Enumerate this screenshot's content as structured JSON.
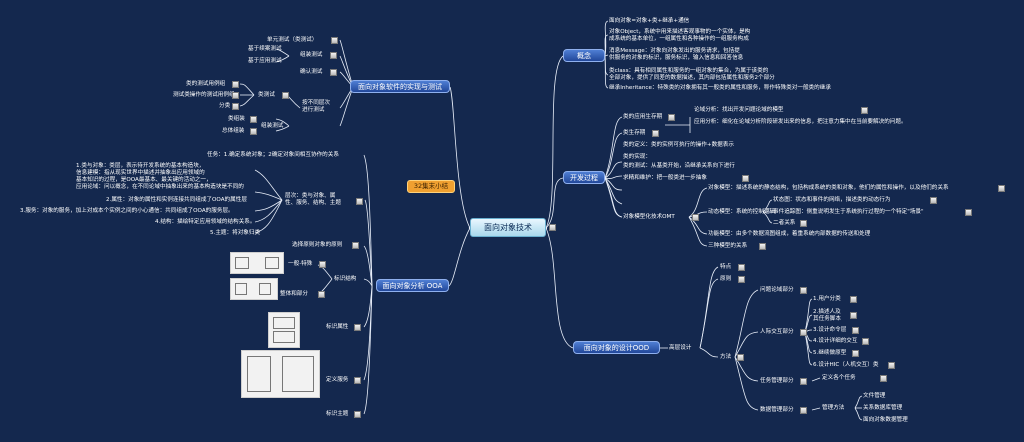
{
  "root": "面向对象技术",
  "summary": "32集末小结",
  "b1": {
    "title": "面向对象软件的实现与测试",
    "items": [
      "单元测试（类测试）",
      "基于续案测试",
      "基于应用测试",
      "组装测试",
      "确认测试",
      "类的测试用例组",
      "测试类操作的测试用例组",
      "分类",
      "类测试",
      "按不同层次\n进行测试",
      "类组装",
      "总体组装",
      "组装测试"
    ]
  },
  "b2": {
    "title": "面向对象分析 OOA",
    "task": "任务：1.确定系统对象；2确定对象间相互协作的关系",
    "levels_label": "层次：类与对象、属\n性、服务、结构、主题",
    "level_notes": [
      "1.类与对象：类层，表示待开发系统的基本构造块，\n信息建模：指从现实世界中描述并抽象出应用领域的\n基本知识的过程，是OOA最基本、最关键的活动之一，\n应用论域：问以概念，在不同论域中抽象出来的基本构造块是不同的",
      "2.属性：对象的属性和实例连接共同组成了OOA的属性层",
      "3.服务：对象的服务，加上对成本个实例之间的小心通信：共同组成了OOA的服务层。",
      "4.结构：描绘特定应用领域的结构关系。",
      "5.主题：将对象归类"
    ],
    "items": [
      "选择原则对象的原则",
      "一般-特殊",
      "整体和部分",
      "标识结构",
      "标识属性",
      "定义服务",
      "标识主题"
    ]
  },
  "b3": {
    "title": "概念",
    "items": [
      "面向对象=对象+类+继承+通信",
      "对象Object，系统中用来描述客观事物的一个实体，是构\n成系统的基本单位，一组属性和各种操作的一组服务构成",
      "消息Message：对象向对象发出的服务请求，包括提\n供服务的对象的标识，服务标识，输入信息和回答信息",
      "类class：具有相同属性和服务的一组对象的集合，为属于该类的\n全部对象，提供了同差的数据描述，其内部包括属性和服务2个部分",
      "继承Inheritance：特殊类的对象拥有其一般类的属性和服务，称作特殊类对一般类的继承"
    ]
  },
  "b4": {
    "title": "开发过程",
    "items": [
      "类的应用生存期",
      "论域分析：找出开发问题论域的模型",
      "应用分析：细化在论域分析阶段研发出来的信息，把注意力集中在当前要解决的问题。",
      "类生存期",
      "类的定义：类的实例可执行的操作+数据表示",
      "类的实现：",
      "类的测试：从基类开始，沿继承关系向下进行",
      "求精和维护：把一般类进一步抽象",
      "对象模型化技术OMT",
      "对象模型：描述系统的静态结构，包括构成系统的类和对象，他们的属性和操作，以及他们的关系",
      "动态模型：系统的控制逻辑",
      "状态图：状态和事件的网络，描述类的动态行为",
      "事件追踪图：侧重说明发生于系统执行过程的一个特定\"场景\"",
      "二者关系",
      "功能模型：由多个数据流图组成，着重系统内部数据的传送和处理",
      "三种模型的关系"
    ]
  },
  "b5": {
    "title": "面向对象的设计OOD",
    "items": [
      "高层设计",
      "特点",
      "原则",
      "问题论域部分",
      "人际交互部分",
      "1.用户分类",
      "2.描述人及\n其任务脚本",
      "3.设计命令层",
      "4.设计详细的交互",
      "5.继续做原型",
      "6.设计HIC（人机交互）类",
      "方法",
      "任务管理部分",
      "定义各个任务",
      "数据管理部分",
      "管理方法",
      "文件管理",
      "关系数据库管理",
      "面向对象数据管理"
    ]
  },
  "colors": {
    "background": "#14284e",
    "node": "#2d59b3",
    "root": "#d8f0fb",
    "summary": "#f0a030"
  }
}
